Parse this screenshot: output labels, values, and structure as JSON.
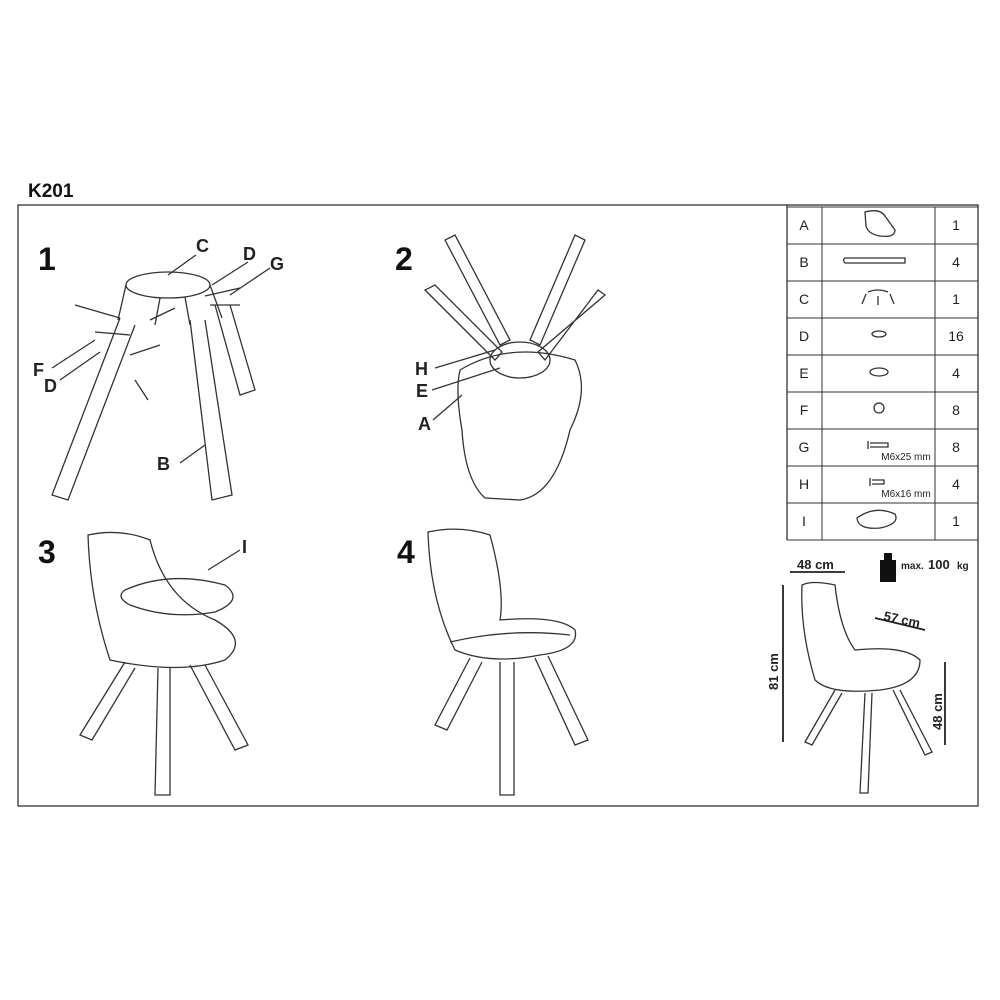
{
  "model": "K201",
  "steps": [
    "1",
    "2",
    "3",
    "4"
  ],
  "step1_labels": {
    "c": "C",
    "d": "D",
    "g": "G",
    "f": "F",
    "d2": "D",
    "b": "B"
  },
  "step2_labels": {
    "h": "H",
    "e": "E",
    "a": "A"
  },
  "step3_labels": {
    "i": "I"
  },
  "parts": [
    {
      "id": "A",
      "icon": "seat-shell-icon",
      "qty": "1",
      "spec": ""
    },
    {
      "id": "B",
      "icon": "leg-icon",
      "qty": "4",
      "spec": ""
    },
    {
      "id": "C",
      "icon": "base-plate-icon",
      "qty": "1",
      "spec": ""
    },
    {
      "id": "D",
      "icon": "washer-icon",
      "qty": "16",
      "spec": ""
    },
    {
      "id": "E",
      "icon": "large-washer-icon",
      "qty": "4",
      "spec": ""
    },
    {
      "id": "F",
      "icon": "nut-icon",
      "qty": "8",
      "spec": ""
    },
    {
      "id": "G",
      "icon": "bolt-icon",
      "qty": "8",
      "spec": "M6x25 mm"
    },
    {
      "id": "H",
      "icon": "short-bolt-icon",
      "qty": "4",
      "spec": "M6x16 mm"
    },
    {
      "id": "I",
      "icon": "seat-cushion-icon",
      "qty": "1",
      "spec": ""
    }
  ],
  "dimensions": {
    "width": "48 cm",
    "depth": "57 cm",
    "height": "81 cm",
    "seat_height": "48 cm",
    "max_load_prefix": "max.",
    "max_load_value": "100",
    "max_load_unit": "kg"
  }
}
